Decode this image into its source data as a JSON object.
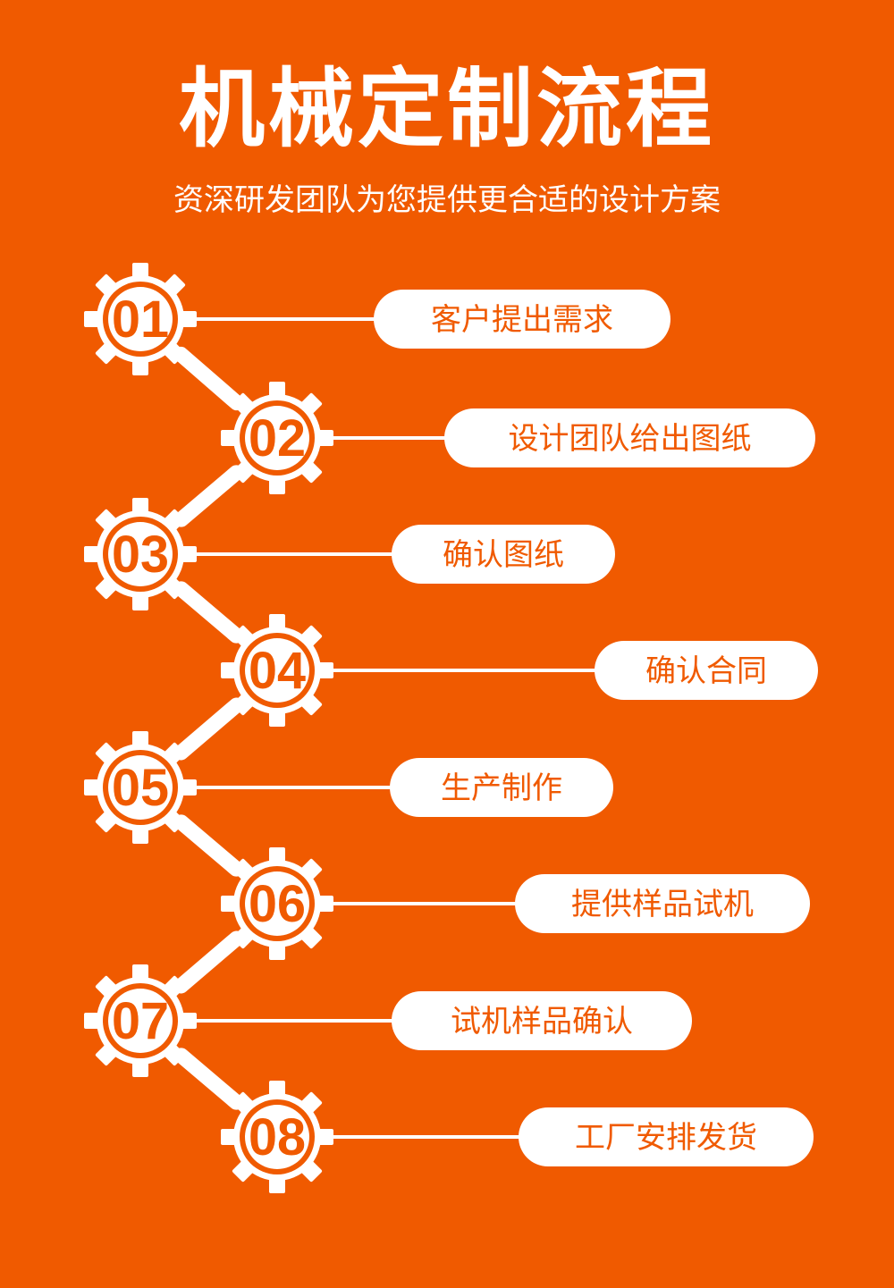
{
  "header": {
    "title": "机械定制流程",
    "subtitle": "资深研发团队为您提供更合适的设计方案"
  },
  "colors": {
    "background": "#f05a00",
    "foreground": "#ffffff",
    "accent_text": "#f05a00"
  },
  "steps": [
    {
      "number": "01",
      "label": "客户提出需求"
    },
    {
      "number": "02",
      "label": "设计团队给出图纸"
    },
    {
      "number": "03",
      "label": "确认图纸"
    },
    {
      "number": "04",
      "label": "确认合同"
    },
    {
      "number": "05",
      "label": "生产制作"
    },
    {
      "number": "06",
      "label": "提供样品试机"
    },
    {
      "number": "07",
      "label": "试机样品确认"
    },
    {
      "number": "08",
      "label": "工厂安排发货"
    }
  ]
}
